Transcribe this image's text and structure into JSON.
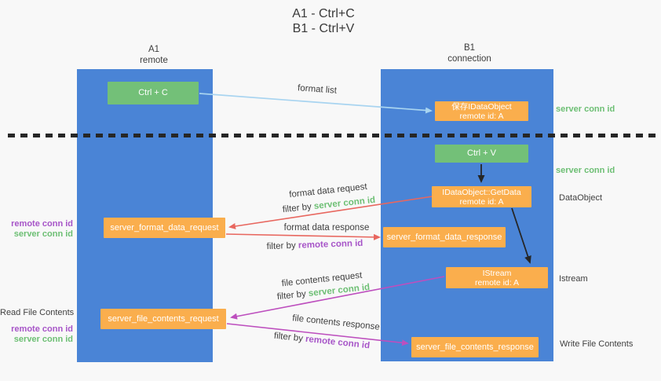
{
  "title": {
    "line1": "A1 - Ctrl+C",
    "line2": "B1 - Ctrl+V"
  },
  "columns": {
    "a1": {
      "name": "A1",
      "role": "remote"
    },
    "b1": {
      "name": "B1",
      "role": "connection"
    }
  },
  "nodes": {
    "ctrl_c": {
      "label": "Ctrl + C"
    },
    "save_idataobject": {
      "line1": "保存IDataObject",
      "line2": "remote id: A"
    },
    "ctrl_v": {
      "label": "Ctrl + V"
    },
    "getdata": {
      "line1": "IDataObject::GetData",
      "line2": "remote id: A"
    },
    "server_format_data_request": {
      "label": "server_format_data_request"
    },
    "server_format_data_response": {
      "label": "server_format_data_response"
    },
    "istream": {
      "line1": "IStream",
      "line2": "remote id: A"
    },
    "server_file_contents_request": {
      "label": "server_file_contents_request"
    },
    "server_file_contents_response": {
      "label": "server_file_contents_response"
    }
  },
  "arrow_labels": {
    "format_list": "format list",
    "format_data_request": "format data request",
    "format_data_response": "format data response",
    "file_contents_request": "file contents request",
    "file_contents_response": "file contents response",
    "filter_by": "filter by ",
    "server_conn_id": "server conn id",
    "remote_conn_id": "remote conn id"
  },
  "side_labels": {
    "server_conn_id": "server conn id",
    "remote_conn_id": "remote conn id",
    "dataobject": "DataObject",
    "istream": "Istream",
    "read_file_contents": "Read File Contents",
    "write_file_contents": "Write File Contents"
  },
  "colors": {
    "background": "#f8f8f8",
    "lifeline_blue": "#4a84d6",
    "node_green": "#73c078",
    "node_orange": "#faae4d",
    "arrow_light_blue": "#a8d4f0",
    "arrow_red": "#e8675f",
    "arrow_magenta": "#bd4fbe",
    "arrow_black": "#262626",
    "text_green": "#6dbf74",
    "text_purple": "#a755c8",
    "text_dark": "#3f3f3f"
  }
}
